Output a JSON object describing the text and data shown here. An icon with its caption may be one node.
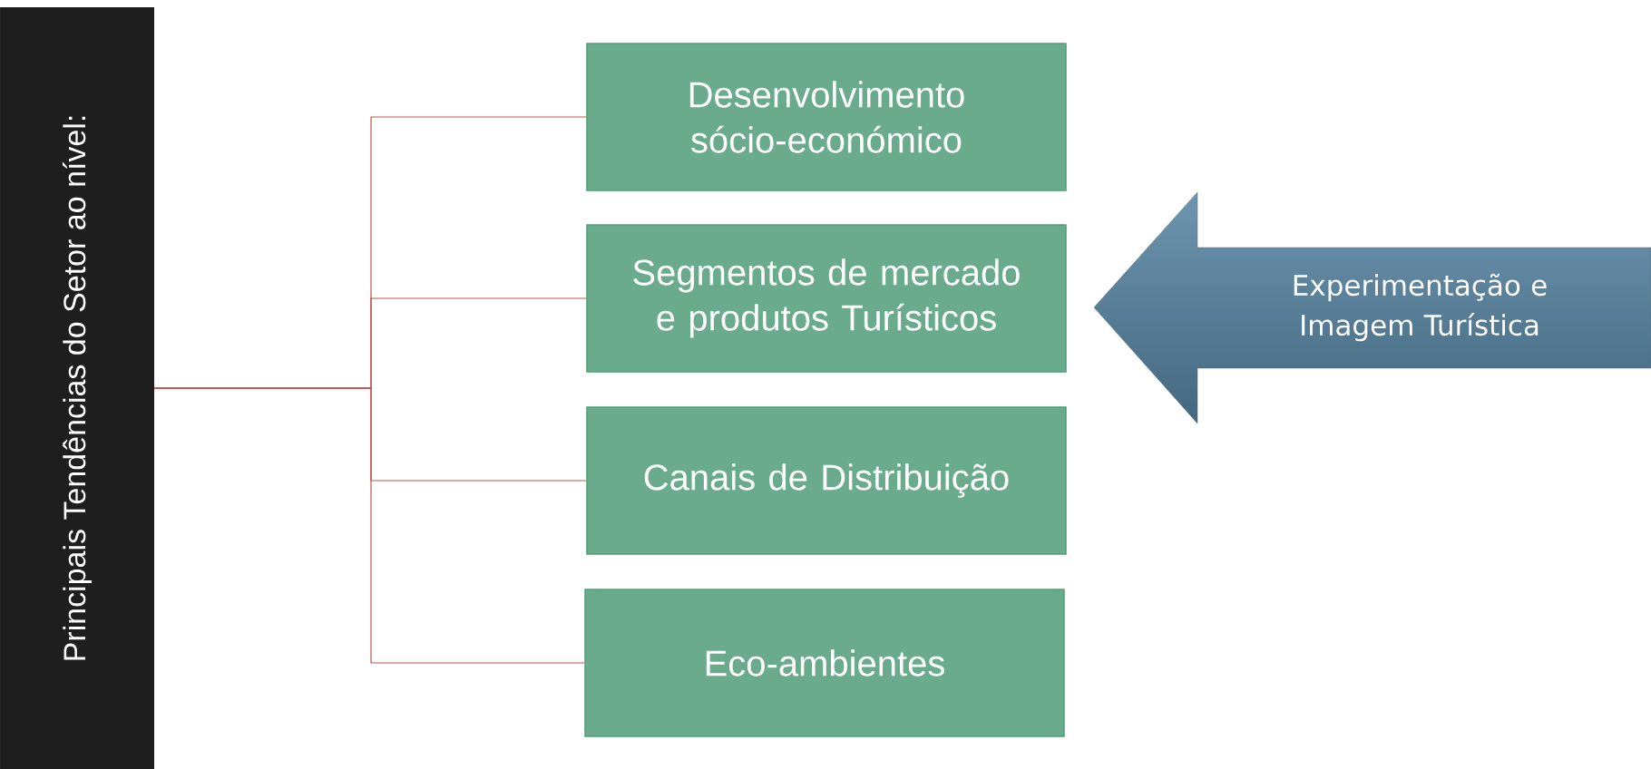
{
  "diagram": {
    "nodes": [
      {
        "text": [
          "Principais Tendências do Setor ao nível:"
        ]
      },
      {
        "text": [
          "Desenvolvimento sócio-económico"
        ]
      },
      {
        "text": [
          "Segmentos de mercado e produtos Turísticos"
        ]
      },
      {
        "text": [
          "Canais de Distribuição"
        ]
      },
      {
        "text": [
          "Eco-ambientes"
        ]
      },
      {
        "text": [
          "Experimentação e Imagem Turística"
        ]
      }
    ],
    "edges": [
      {
        "from": 0,
        "to": 1,
        "arrow": "none"
      },
      {
        "from": 0,
        "to": 2,
        "arrow": "none"
      },
      {
        "from": 0,
        "to": 3,
        "arrow": "none"
      },
      {
        "from": 0,
        "to": 4,
        "arrow": "none"
      }
    ]
  }
}
